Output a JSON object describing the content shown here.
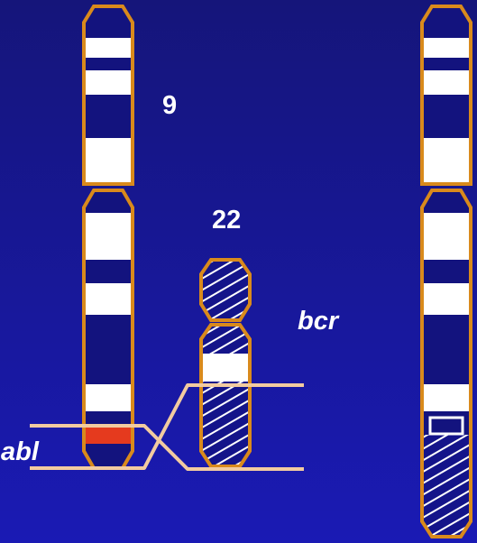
{
  "labels": {
    "chromosome_9": "9",
    "chromosome_22": "22",
    "bcr": "bcr",
    "abl": "abl"
  },
  "colors": {
    "background": "#1a1aa8",
    "outline": "#d98a1c",
    "band_light": "#ffffff",
    "band_dark": "#13137e",
    "abl_gene": "#e53a1e",
    "crossover_lines": "#f2cba0"
  },
  "icons": [
    "hatched-segment",
    "open-box-marker"
  ]
}
